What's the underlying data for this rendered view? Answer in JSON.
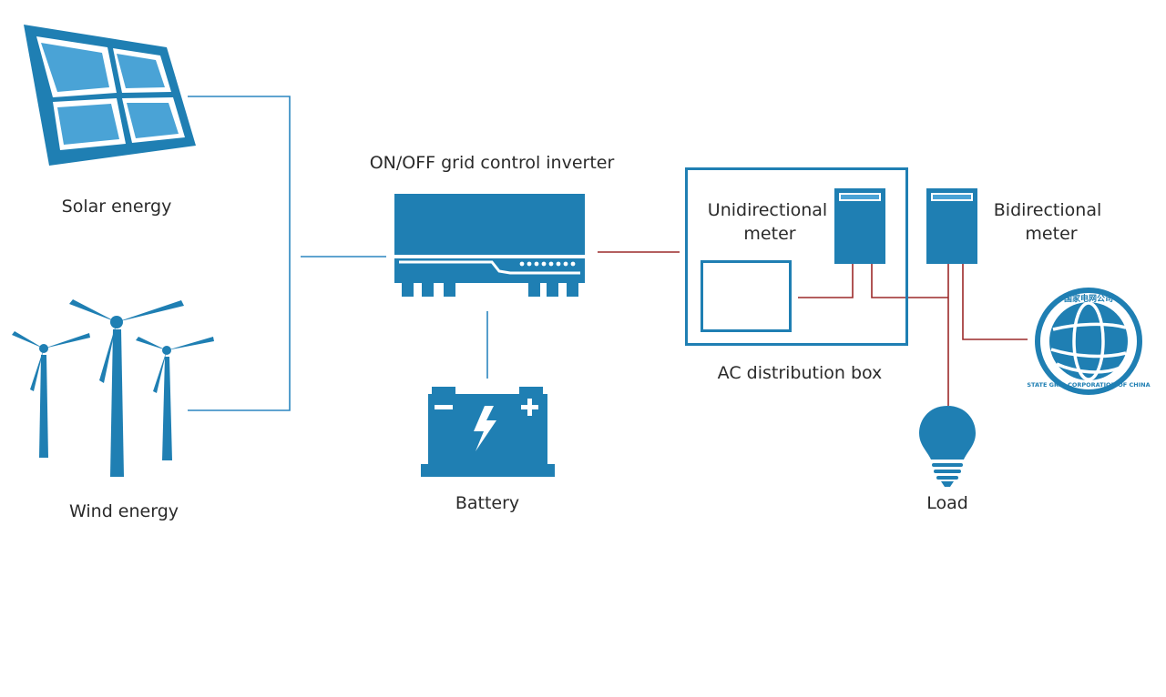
{
  "colors": {
    "primary": "#1f7fb3",
    "accent_light": "#4aa3d6",
    "wire_blue": "#2b86c0",
    "wire_red": "#9c2a2a",
    "text": "#2a2a2a",
    "background": "#ffffff"
  },
  "labels": {
    "solar": "Solar energy",
    "wind": "Wind energy",
    "inverter": "ON/OFF grid control inverter",
    "battery": "Battery",
    "unidirectional_meter_line1": "Unidirectional",
    "unidirectional_meter_line2": "meter",
    "ac_box": "AC distribution box",
    "bidirectional_meter_line1": "Bidirectional",
    "bidirectional_meter_line2": "meter",
    "load": "Load"
  },
  "logo": {
    "ring_text_top": "国家电网公司",
    "ring_text_bottom": "STATE GRID CORPORATION OF CHINA"
  },
  "icons": {
    "solar": "solar-panel-icon",
    "wind": "wind-turbine-icon",
    "inverter": "inverter-icon",
    "battery": "battery-icon",
    "meter": "meter-icon",
    "load": "light-bulb-icon",
    "grid": "state-grid-logo"
  }
}
